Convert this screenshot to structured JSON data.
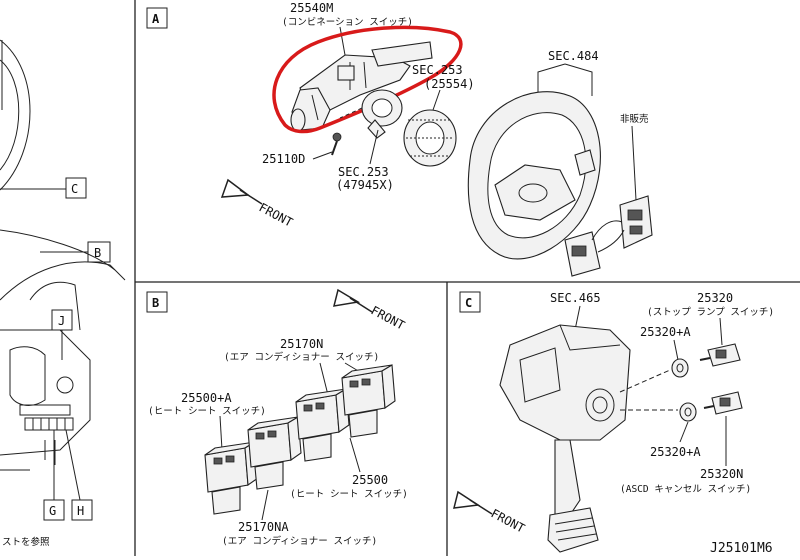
{
  "panels": {
    "a": {
      "label": "A"
    },
    "b": {
      "label": "B"
    },
    "c": {
      "label": "C"
    }
  },
  "left_callouts": {
    "c": "C",
    "b": "B",
    "j": "J",
    "g": "G",
    "h": "H",
    "note": "ストを参照"
  },
  "panel_a": {
    "switch_pn": "25540M",
    "switch_name": "(コンビネーション スイッチ)",
    "sec253_top": "SEC.253",
    "pn_25554": "(25554)",
    "sec484": "SEC.484",
    "not_for_sale": "非販売",
    "pn_25110d": "25110D",
    "sec253_bottom": "SEC.253",
    "pn_47945x": "(47945X)",
    "front": "FRONT"
  },
  "panel_b": {
    "front": "FRONT",
    "pn_25170n": "25170N",
    "ac_switch_1": "(エア コンディショナー スイッチ)",
    "pn_25500a": "25500+A",
    "heat_seat_1": "(ヒート シート スイッチ)",
    "pn_25500": "25500",
    "heat_seat_2": "(ヒート シート スイッチ)",
    "pn_25170na": "25170NA",
    "ac_switch_2": "(エア コンディショナー スイッチ)"
  },
  "panel_c": {
    "sec465": "SEC.465",
    "pn_25320": "25320",
    "stop_lamp": "(ストップ ランプ スイッチ)",
    "pn_25320a_top": "25320+A",
    "pn_25320a_bottom": "25320+A",
    "pn_25320n": "25320N",
    "ascd": "(ASCD キャンセル スイッチ)",
    "front": "FRONT"
  },
  "drawing_number": "J25101M6",
  "colors": {
    "highlight": "#d81a1a",
    "line": "#222222"
  }
}
